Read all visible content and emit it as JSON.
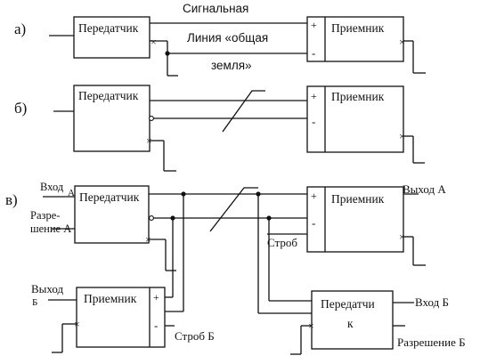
{
  "panel_labels": {
    "a": "а)",
    "b": "б)",
    "v": "в)"
  },
  "blocks": {
    "transmitter": "Передатчик",
    "receiver": "Приемник",
    "transmitter_split_1": "Передатчи",
    "transmitter_split_2": "к"
  },
  "signs": {
    "plus": "+",
    "minus": "-",
    "cross": "×"
  },
  "panel_a": {
    "signal_line": "Сигнальная",
    "ground_line_1": "Линия «общая",
    "ground_line_2": "земля»"
  },
  "panel_v": {
    "input_a": "Вход",
    "input_a_sub": "А",
    "enable_a_1": "Разре-",
    "enable_a_2": "шение А",
    "output_a": "Выход А",
    "strobe": "Строб",
    "output_b": "Выход",
    "output_b_sub": "Б",
    "strobe_b": "Строб Б",
    "input_b": "Вход Б",
    "enable_b": "Разрешение Б"
  }
}
